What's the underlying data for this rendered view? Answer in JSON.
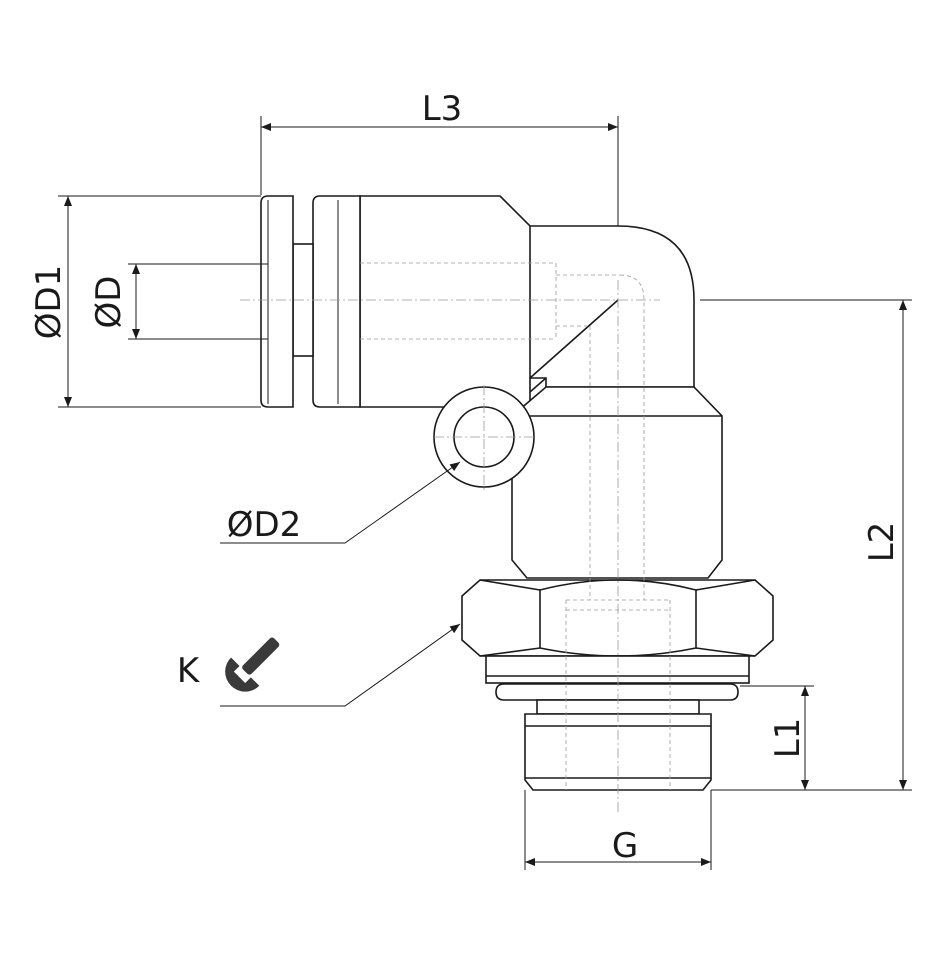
{
  "labels": {
    "l3": "L3",
    "d1": "ØD1",
    "d": "ØD",
    "d2": "ØD2",
    "k": "K",
    "l2": "L2",
    "l1": "L1",
    "g": "G"
  },
  "icons": {
    "wrench": "wrench-icon"
  },
  "colors": {
    "line": "#1a1a1a",
    "hidden": "#9a9a9a",
    "background": "#ffffff"
  }
}
